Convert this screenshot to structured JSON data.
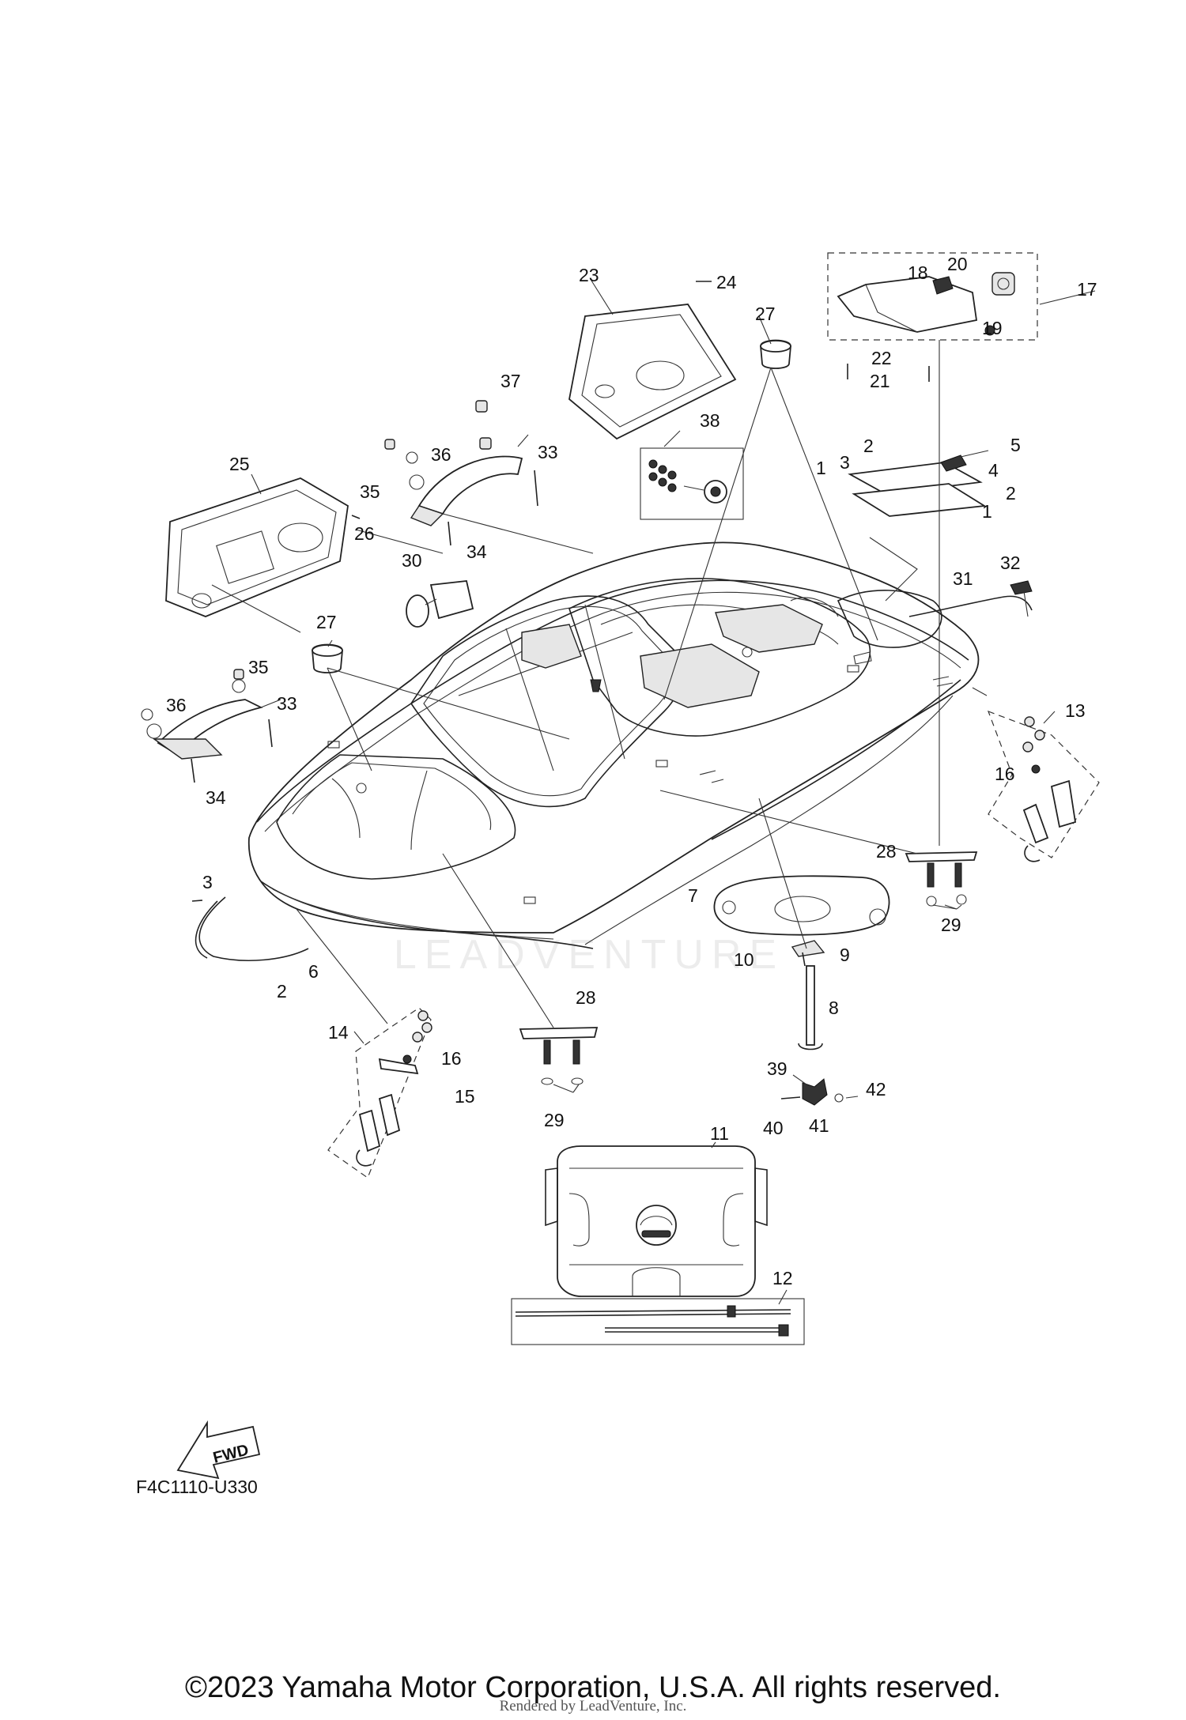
{
  "diagram": {
    "diagram_code": "F4C1110-U330",
    "fwd_label": "FWD",
    "watermark": "LEADVENTURE",
    "part_labels": [
      "1",
      "1",
      "2",
      "2",
      "2",
      "3",
      "3",
      "4",
      "5",
      "6",
      "7",
      "8",
      "9",
      "10",
      "11",
      "12",
      "13",
      "14",
      "15",
      "16",
      "16",
      "17",
      "18",
      "19",
      "20",
      "21",
      "22",
      "23",
      "24",
      "25",
      "26",
      "27",
      "27",
      "28",
      "28",
      "29",
      "29",
      "30",
      "31",
      "32",
      "33",
      "33",
      "34",
      "34",
      "35",
      "35",
      "36",
      "36",
      "37",
      "38",
      "39",
      "40",
      "41",
      "42"
    ]
  },
  "footer": {
    "copyright": "©2023 Yamaha Motor Corporation, U.S.A. All rights reserved.",
    "rendered_by": "Rendered by LeadVenture, Inc."
  }
}
